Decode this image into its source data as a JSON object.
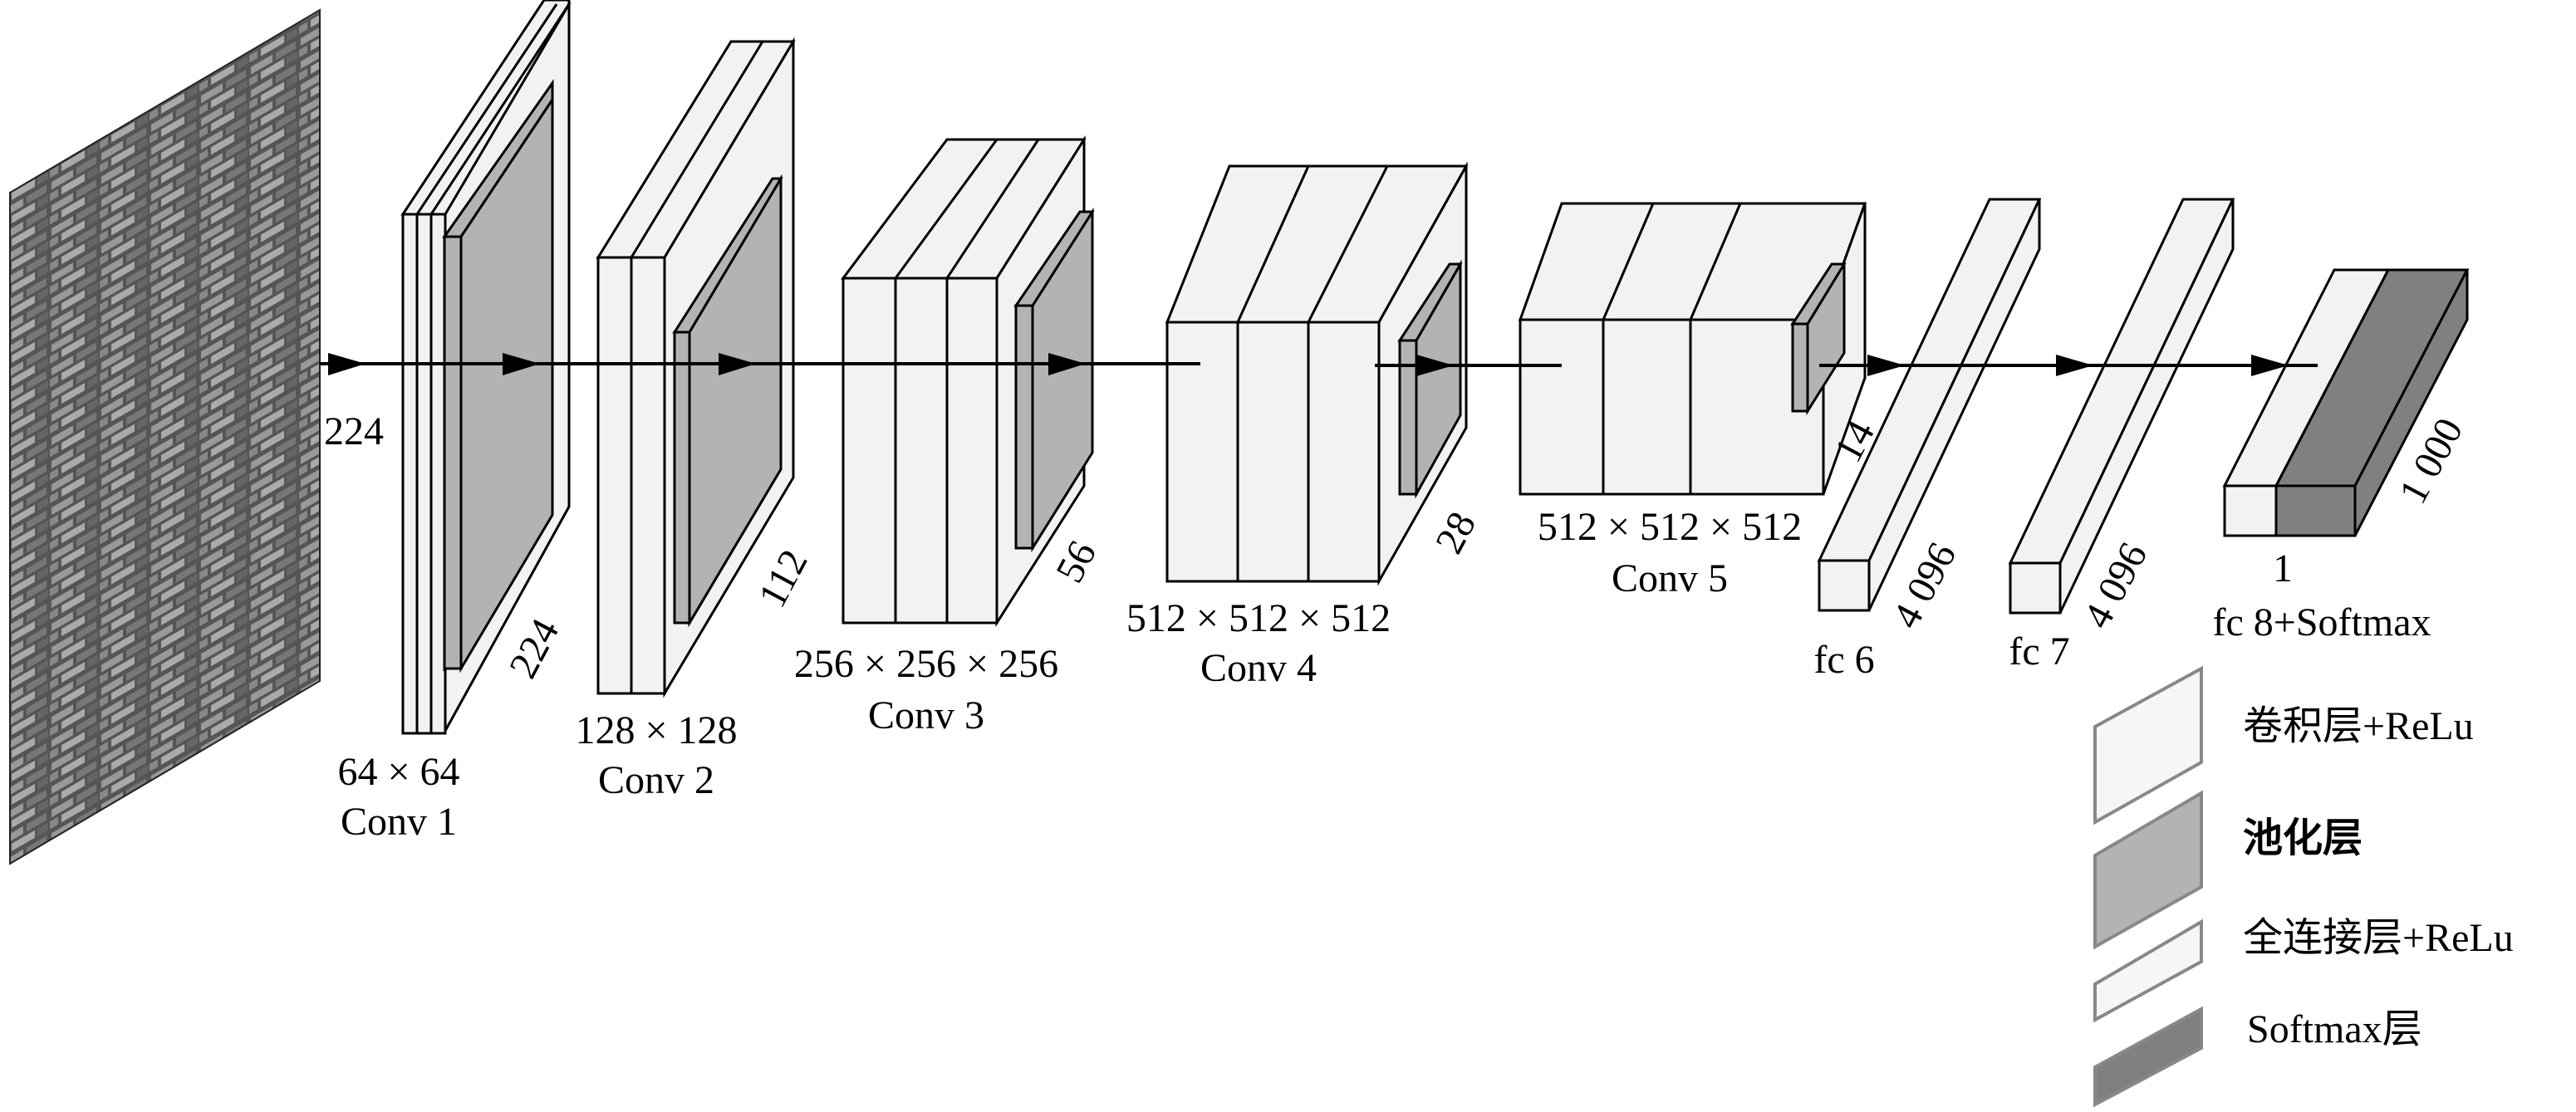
{
  "input": {
    "size_label": "224"
  },
  "layers": [
    {
      "dims": "64 × 64",
      "name": "Conv 1",
      "side": "224"
    },
    {
      "dims": "128 × 128",
      "name": "Conv 2",
      "side": "112"
    },
    {
      "dims": "256 × 256 × 256",
      "name": "Conv 3",
      "side": "56"
    },
    {
      "dims": "512 × 512 × 512",
      "name": "Conv 4",
      "side": "28"
    },
    {
      "dims": "512 × 512 × 512",
      "name": "Conv 5",
      "side": "14"
    }
  ],
  "fc": [
    {
      "name": "fc 6",
      "size": "4 096"
    },
    {
      "name": "fc 7",
      "size": "4 096"
    },
    {
      "name": "fc 8+Softmax",
      "size": "1 000",
      "small": "1"
    }
  ],
  "legend": [
    {
      "label": "卷积层+ReLu",
      "color": "#f2f2f2"
    },
    {
      "label": "池化层",
      "color": "#b3b3b3"
    },
    {
      "label": "全连接层+ReLu",
      "color": "#f2f2f2"
    },
    {
      "label": "Softmax层",
      "color": "#808080"
    }
  ]
}
